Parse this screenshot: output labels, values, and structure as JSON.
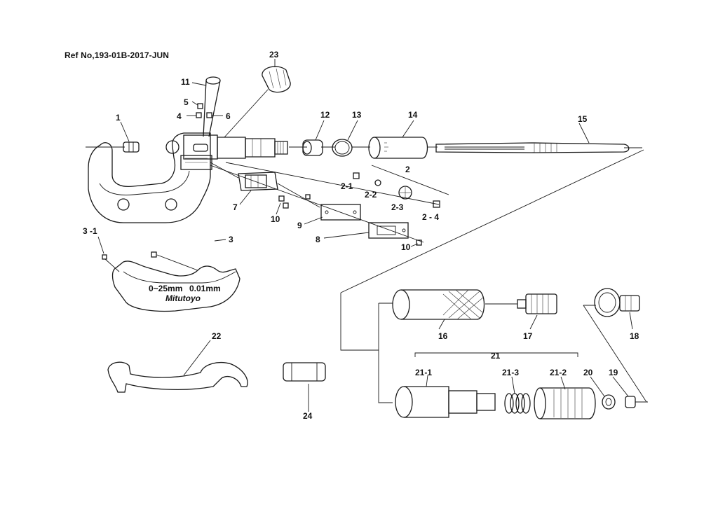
{
  "ref_no": "Ref No,193-01B-2017-JUN",
  "labels": {
    "l1": "1",
    "l2": "2",
    "l2_1": "2-1",
    "l2_2": "2-2",
    "l2_3": "2-3",
    "l2_4": "2 - 4",
    "l3": "3",
    "l3_1": "3 -1",
    "l4": "4",
    "l5": "5",
    "l6": "6",
    "l7": "7",
    "l8": "8",
    "l9": "9",
    "l10a": "10",
    "l10b": "10",
    "l11": "11",
    "l12": "12",
    "l13": "13",
    "l14": "14",
    "l15": "15",
    "l16": "16",
    "l17": "17",
    "l18": "18",
    "l19": "19",
    "l20": "20",
    "l21": "21",
    "l21_1": "21-1",
    "l21_2": "21-2",
    "l21_3": "21-3",
    "l22": "22",
    "l23": "23",
    "l24": "24"
  },
  "frame_markings": {
    "range": "0~25mm",
    "resolution": "0.01mm",
    "brand": "Mitutoyo"
  }
}
